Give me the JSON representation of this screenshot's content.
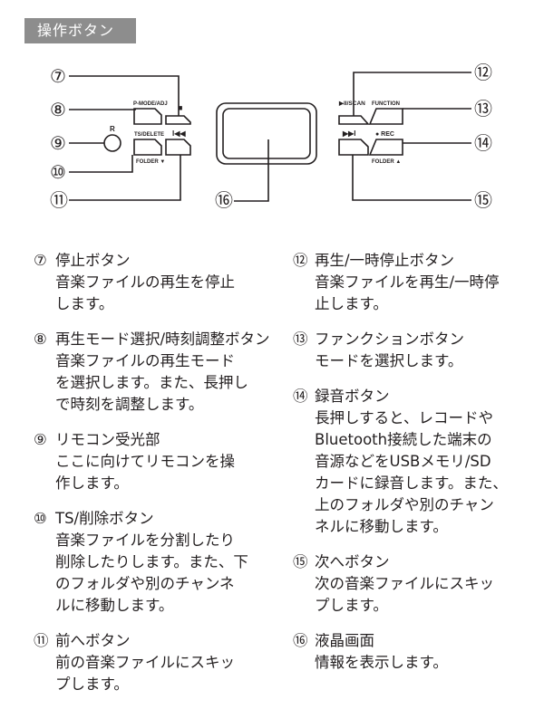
{
  "section_title": "操作ボタン",
  "diagram": {
    "callouts": [
      "⑦",
      "⑧",
      "⑨",
      "⑩",
      "⑪",
      "⑫",
      "⑬",
      "⑭",
      "⑮",
      "⑯"
    ],
    "button_labels": {
      "pmode": "P-MODE/ADJ",
      "stop": "■",
      "ts": "TS/DELETE",
      "prev": "I◀◀",
      "folder_down": "FOLDER ▼",
      "sensor": "R",
      "playpause": "▶II/SCAN",
      "function": "FUNCTION",
      "next": "▶▶I",
      "rec": "● REC",
      "folder_up": "FOLDER ▲"
    }
  },
  "items_left": [
    {
      "num": "⑦",
      "title": "停止ボタン",
      "desc": "音楽ファイルの再生を停止\nします。"
    },
    {
      "num": "⑧",
      "title": "再生モード選択/時刻調整ボタン",
      "desc": "音楽ファイルの再生モード\nを選択します。また、長押し\nで時刻を調整します。"
    },
    {
      "num": "⑨",
      "title": "リモコン受光部",
      "desc": "ここに向けてリモコンを操\n作します。"
    },
    {
      "num": "⑩",
      "title": "TS/削除ボタン",
      "desc": "音楽ファイルを分割したり\n削除したりします。また、下\nのフォルダや別のチャンネ\nルに移動します。"
    },
    {
      "num": "⑪",
      "title": "前へボタン",
      "desc": "前の音楽ファイルにスキッ\nプします。"
    }
  ],
  "items_right": [
    {
      "num": "⑫",
      "title": "再生/一時停止ボタン",
      "desc": "音楽ファイルを再生/一時停\n止します。"
    },
    {
      "num": "⑬",
      "title": "ファンクションボタン",
      "desc": "モードを選択します。"
    },
    {
      "num": "⑭",
      "title": "録音ボタン",
      "desc": "長押しすると、レコードや\nBluetooth接続した端末の\n音源などをUSBメモリ/SD\nカードに録音します。また、\n上のフォルダや別のチャン\nネルに移動します。"
    },
    {
      "num": "⑮",
      "title": "次へボタン",
      "desc": "次の音楽ファイルにスキッ\nプします。"
    },
    {
      "num": "⑯",
      "title": "液晶画面",
      "desc": "情報を表示します。"
    }
  ]
}
